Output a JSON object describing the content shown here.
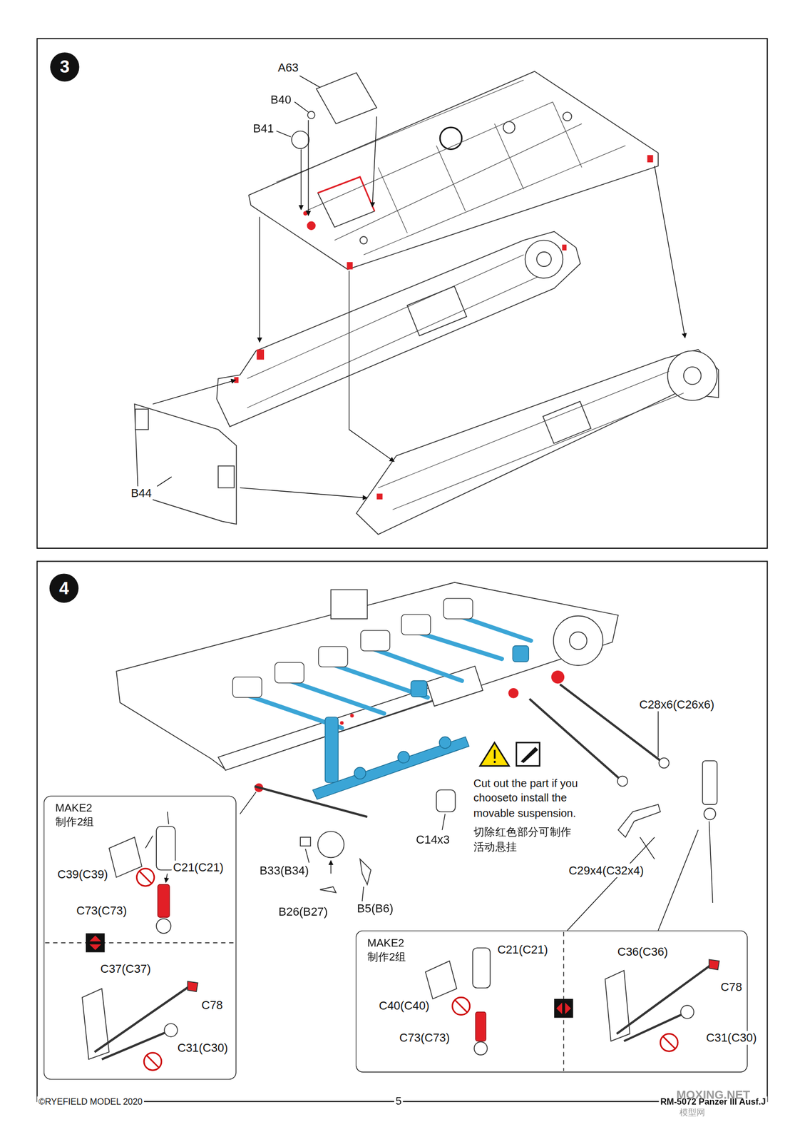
{
  "diagram": {
    "nodes": [
      {
        "text": [
          "3"
        ]
      },
      {
        "text": [
          "4"
        ]
      },
      {
        "text": [
          "MAKE2 制作2组"
        ]
      },
      {
        "text": [
          "MAKE2 制作2组"
        ]
      }
    ],
    "labels": [
      "A63",
      "B40",
      "B41",
      "B44",
      "C28x6(C26x6)",
      "Cut out the part if you chooseto install the movable suspension.",
      "切除红色部分可制作 活动悬挂",
      "C14x3",
      "C29x4(C32x4)",
      "B33(B34)",
      "B26(B27)",
      "B5(B6)",
      "C39(C39)",
      "C21(C21)",
      "C73(C73)",
      "C37(C37)",
      "C78",
      "C31(C30)",
      "C21(C21)",
      "C40(C40)",
      "C73(C73)",
      "C36(C36)",
      "C78",
      "C31(C30)",
      "©RYEFIELD MODEL 2020",
      "5",
      "RM-5072 Panzer III Ausf.J",
      "MOXING.NET",
      "模型网"
    ]
  }
}
